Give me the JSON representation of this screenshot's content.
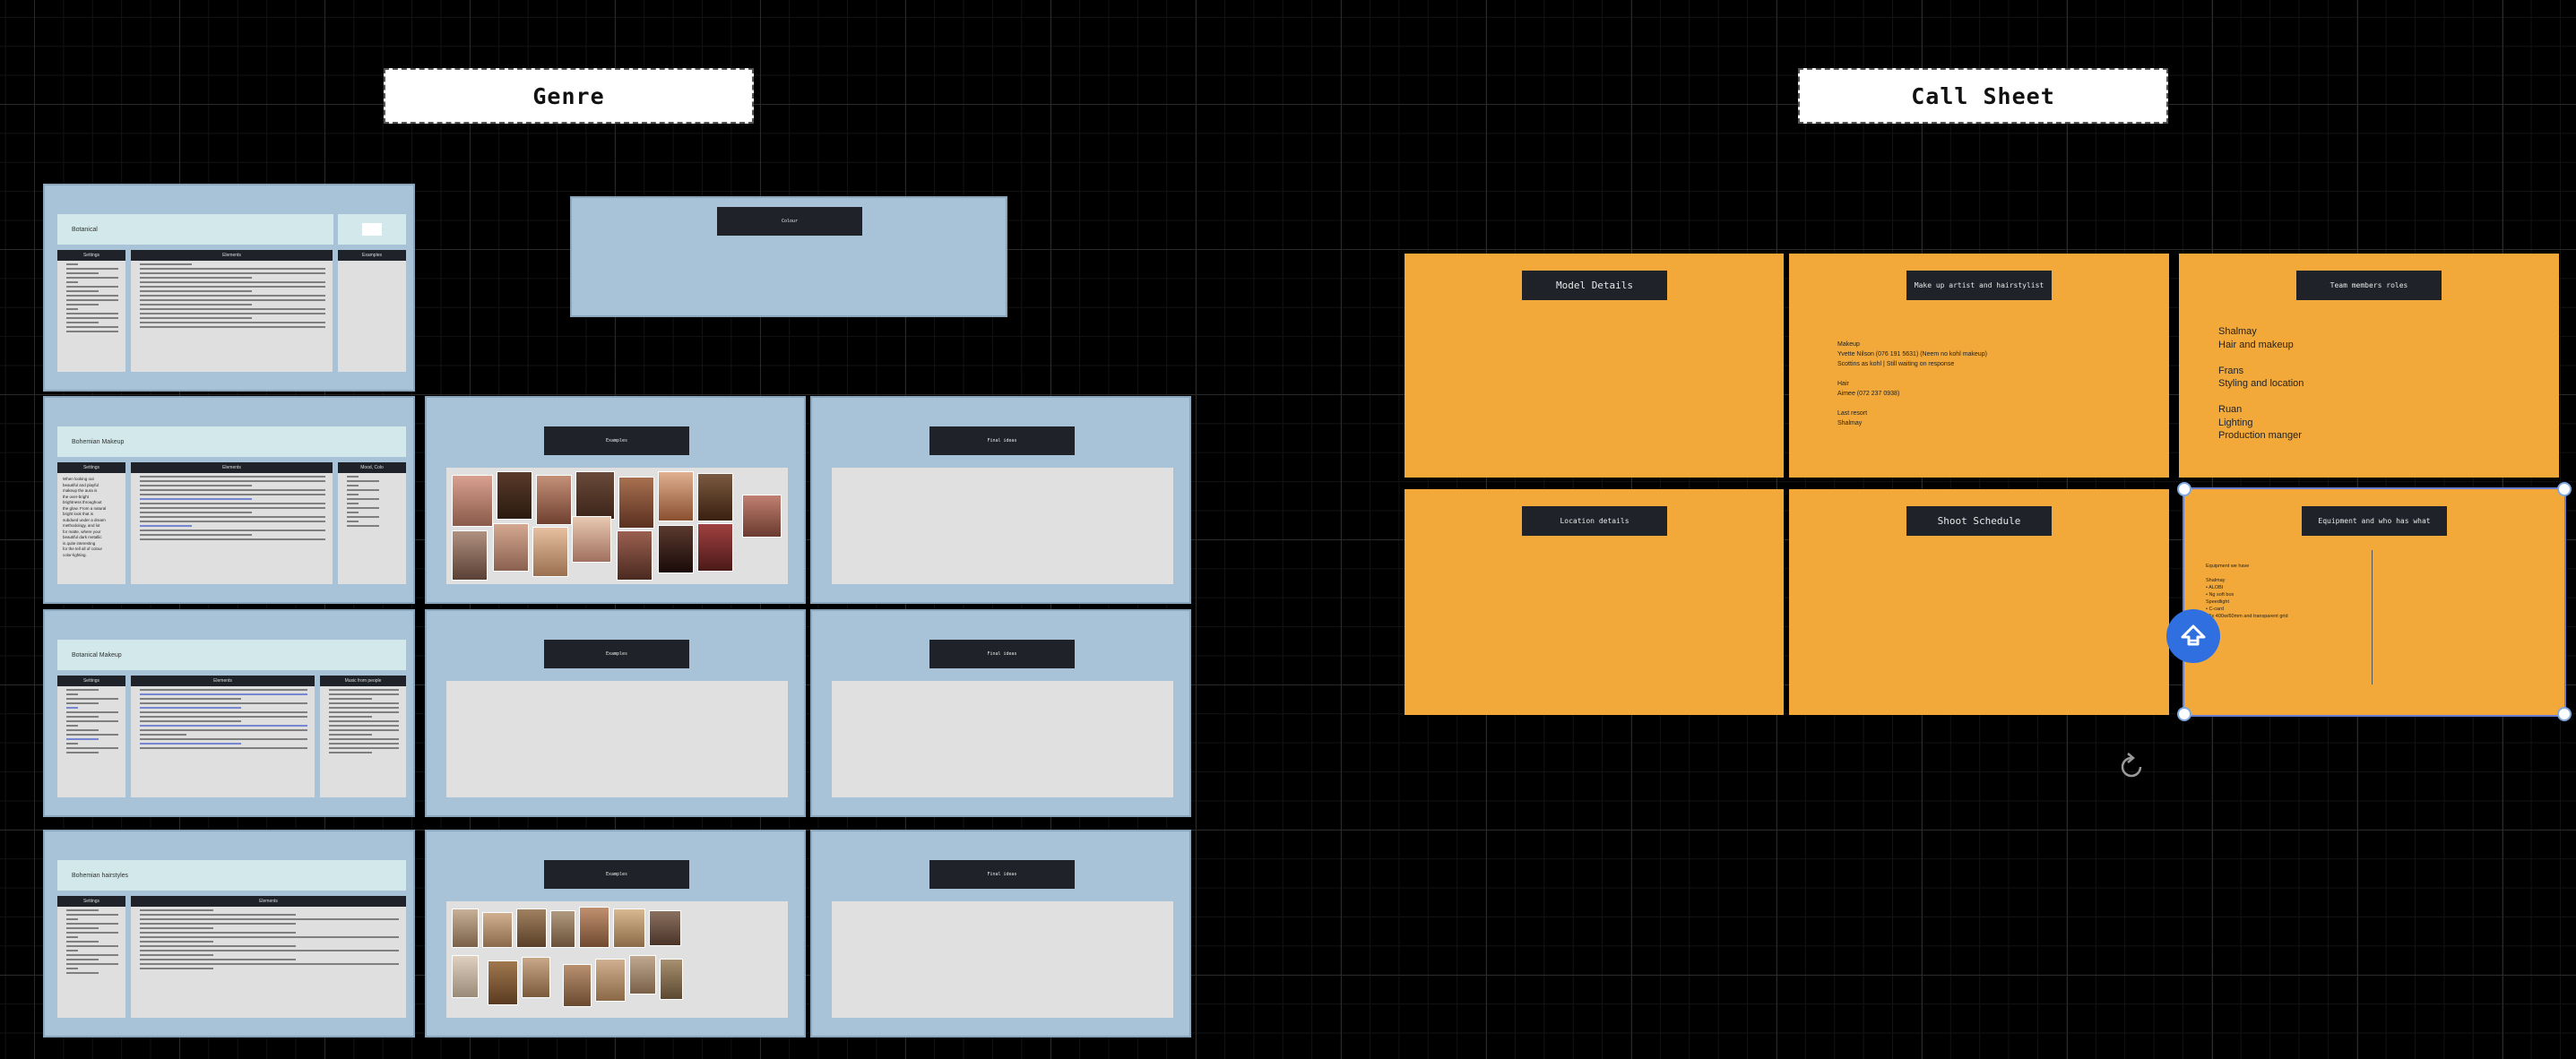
{
  "sections": {
    "genre": "Genre",
    "call_sheet": "Call Sheet"
  },
  "genre_board": {
    "top_doc": {
      "title": "Botanical",
      "cols": [
        "Settings",
        "Elements",
        "Examples"
      ]
    },
    "mood_card": {
      "tag": "Colour"
    },
    "rows": [
      {
        "doc_title": "Bohemian Makeup",
        "cols": [
          "Settings",
          "Elements",
          "Mood, Colo"
        ],
        "intro": "When looking out\nbeautiful and playful\nmakeup the aura is\nthe over-bright\nbrightness throughout\nthe glow. From a natural\nbright look that is\nsubdued under a dream\nmethodology, and lot\nfor matte, where your\nbeautiful dark metallic\nis quite interesting\nfor the tell all of colour\ncolor-lighting.",
        "examples_tag": "Examples",
        "final_tag": "Final ideas"
      },
      {
        "doc_title": "Botanical Makeup",
        "cols": [
          "Settings",
          "Elements",
          "Music from people"
        ],
        "examples_tag": "Examples",
        "final_tag": "Final ideas"
      },
      {
        "doc_title": "Bohemian hairstyles",
        "cols": [
          "Settings",
          "Elements"
        ],
        "examples_tag": "Examples",
        "final_tag": "Final ideas"
      }
    ]
  },
  "call_sheet_board": {
    "cards": [
      {
        "tag": "Model Details",
        "text": ""
      },
      {
        "tag": "Make up artist and hairstylist",
        "text": "Makeup\nYvette Nilson (076 191 5631) (Neem no kohl makeup)\nScottins as kohl | Still waiting on response\n\nHair\nAimee (072 237 0938)\n\nLast resort\nShalmay"
      },
      {
        "tag": "Team members roles",
        "text": "Shalmay\nHair and makeup\n\nFrans\nStyling and location\n\nRuan\nLighting\nProduction manger"
      },
      {
        "tag": "Location details",
        "text": ""
      },
      {
        "tag": "Shoot Schedule",
        "text": ""
      },
      {
        "tag": "Equipment and who has what",
        "text": "Equipment we have\n\nShalmay\n  • ALOBI\n  • Ng soft box\n  Speedlight\n  • C-card\n  • 5x 400w/60mm and transparent grid"
      }
    ]
  },
  "colors": {
    "canvas": "#000000",
    "blue_card": "#a8c2d8",
    "orange_card": "#f2a93a",
    "tag_bg": "#1f2229",
    "fab": "#2f6fe0"
  },
  "icons": {
    "fab": "upload-arrow-icon",
    "rotate": "rotate-handle-icon"
  }
}
